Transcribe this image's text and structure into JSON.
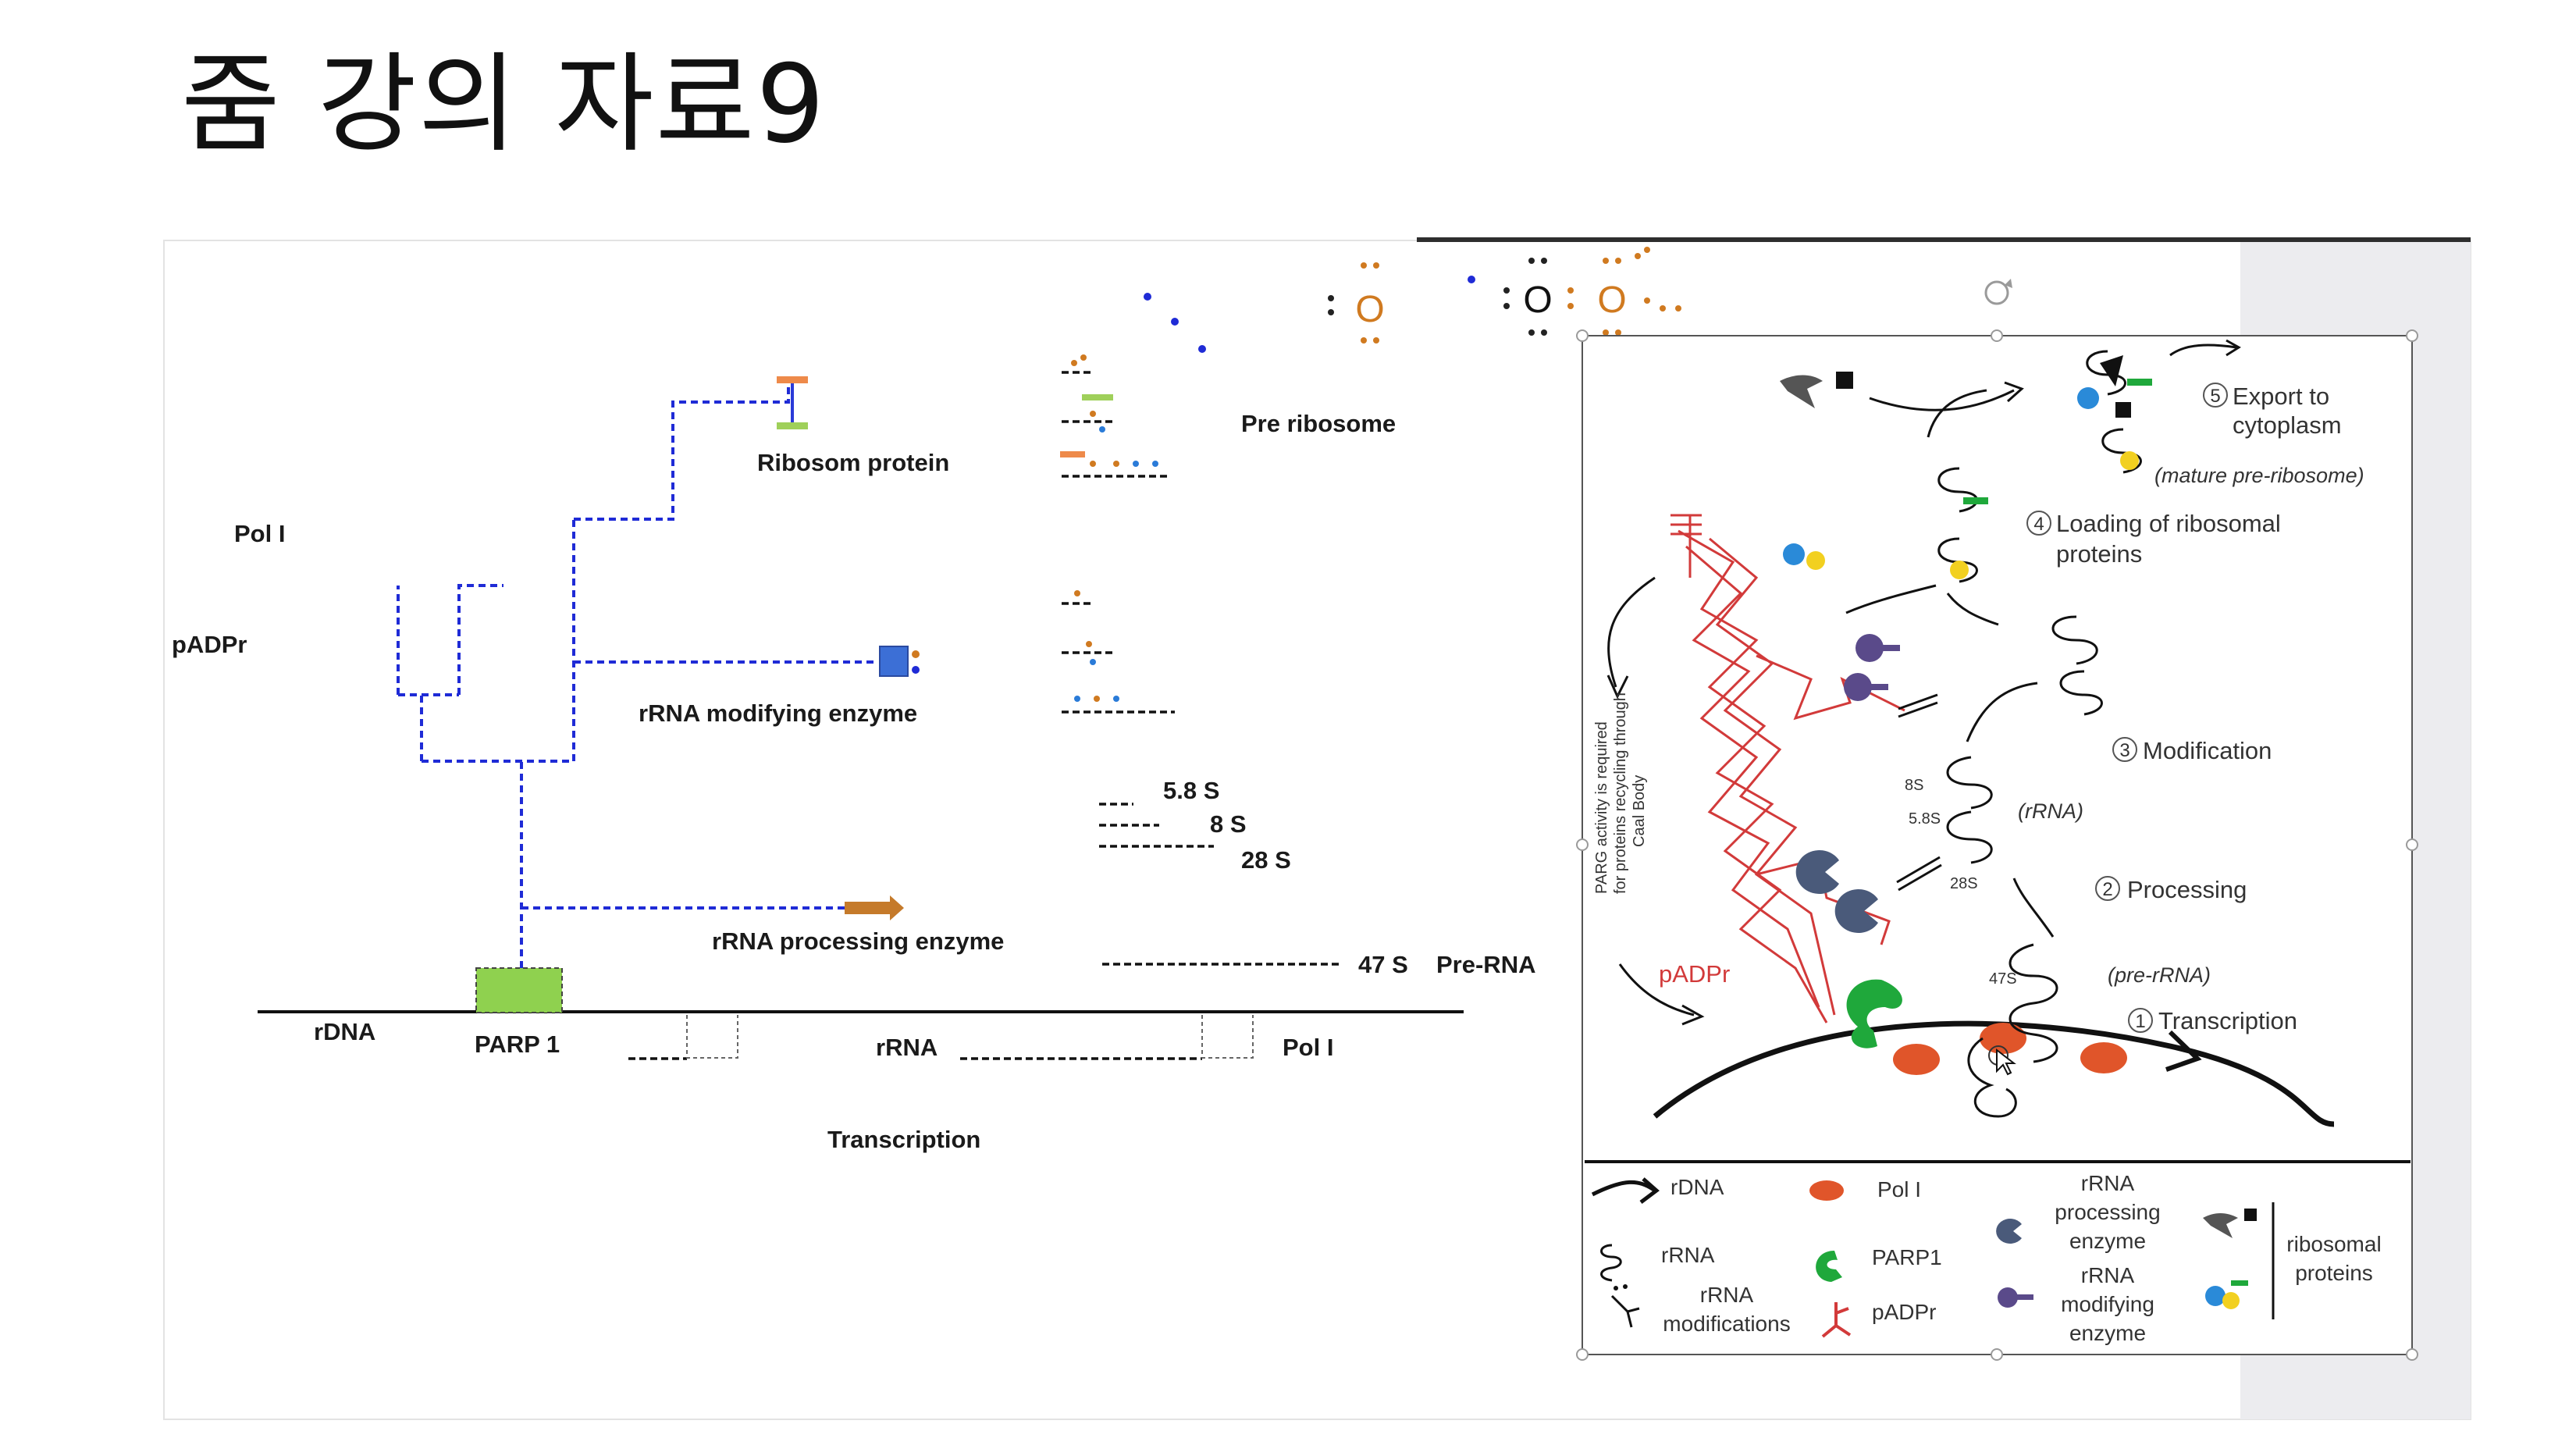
{
  "slide": {
    "title": "줌 강의 자료9"
  },
  "left_diagram": {
    "pol_i": "Pol I",
    "padpr": "pADPr",
    "ribosome_protein": "Ribosom protein",
    "rrna_modifying_enzyme": "rRNA modifying enzyme",
    "rrna_processing_enzyme": "rRNA processing enzyme",
    "pre_ribosome": "Pre ribosome",
    "s58": "5.8 S",
    "s8": "8 S",
    "s28": "28 S",
    "s47": "47 S",
    "pre_rna": "Pre-RNA",
    "rdna": "rDNA",
    "parp1": "PARP 1",
    "rrna": "rRNA",
    "pol_i_right": "Pol I",
    "transcription": "Transcription",
    "atom_o": "O",
    "colors": {
      "blue_dash": "#1f2bd6",
      "parp_green": "#8fd14f",
      "orange": "#d07a20",
      "modifying_blue": "#3c6fd6",
      "light_green": "#9fd05a"
    }
  },
  "figure": {
    "step1": "Transcription",
    "step2": "Processing",
    "step3": "Modification",
    "step4_line1": "Loading of ribosomal",
    "step4_line2": "proteins",
    "step5_line1": "Export to",
    "step5_line2": "cytoplasm",
    "mature": "(mature pre-ribosome)",
    "pre_rrna": "(pre-rRNA)",
    "rrna_italic": "(rRNA)",
    "s47": "47S",
    "s8": "8S",
    "s58": "5.8S",
    "s28": "28S",
    "padpr": "pADPr",
    "vertical_note_1": "PARG activity is required",
    "vertical_note_2": "for proteins recycling through",
    "vertical_note_3": "Caal Body",
    "step_numbers": [
      "1",
      "2",
      "3",
      "4",
      "5"
    ],
    "colors": {
      "red": "#d23a3a",
      "pol_orange": "#e0552a",
      "parp_green": "#1fa83b",
      "enzyme_slate": "#4a5a7a",
      "mod_purple": "#5a4a8a"
    }
  },
  "legend": {
    "rdna": "rDNA",
    "pol_i": "Pol I",
    "processing_enzyme_l1": "rRNA",
    "processing_enzyme_l2": "processing",
    "processing_enzyme_l3": "enzyme",
    "ribosomal_l1": "ribosomal",
    "ribosomal_l2": "proteins",
    "rrna": "rRNA",
    "parp1": "PARP1",
    "modifying_enzyme_l1": "rRNA",
    "modifying_enzyme_l2": "modifying",
    "modifying_enzyme_l3": "enzyme",
    "modifications_l1": "rRNA",
    "modifications_l2": "modifications",
    "padpr": "pADPr"
  }
}
